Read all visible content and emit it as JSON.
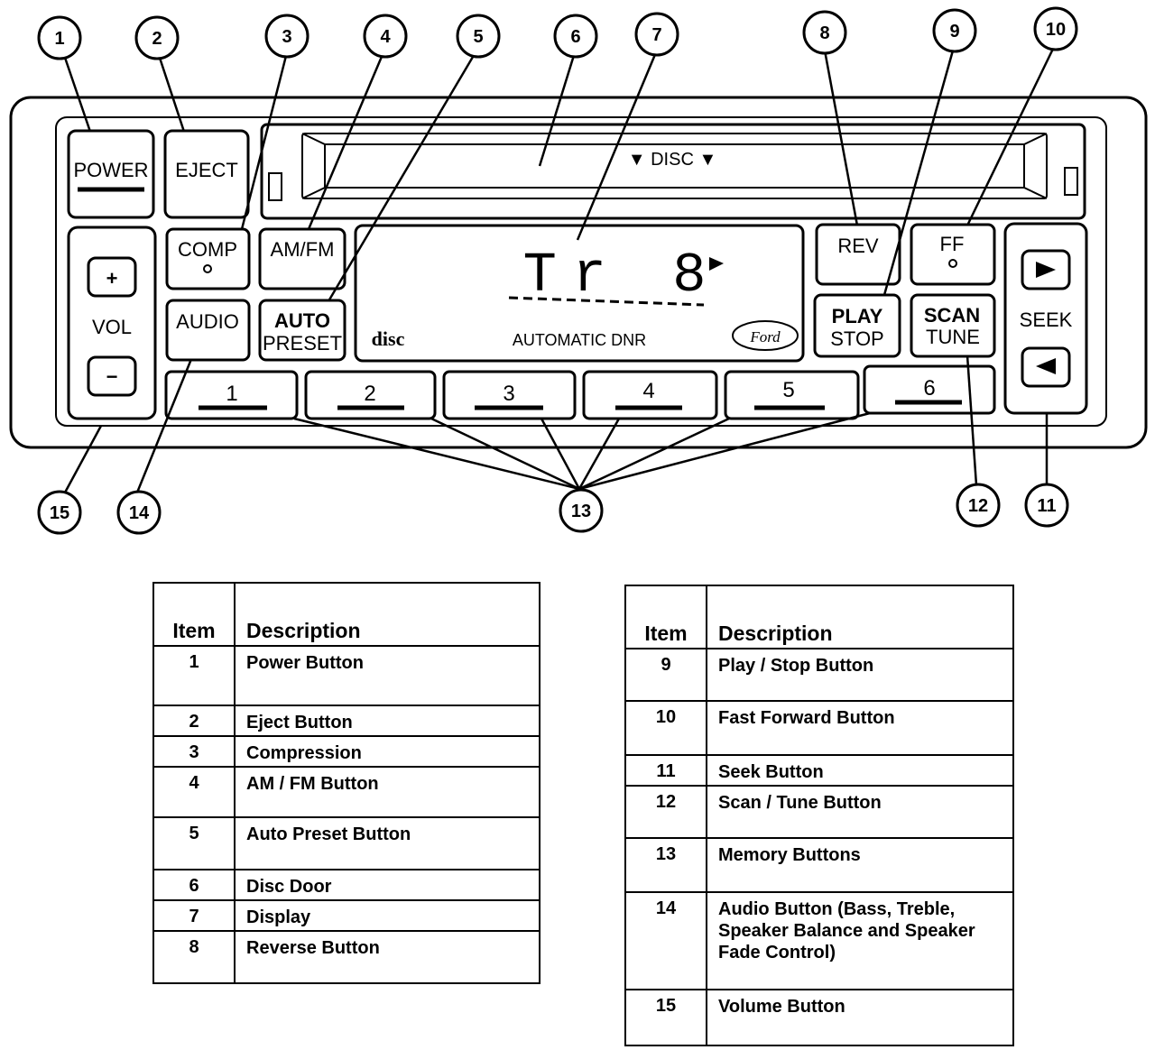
{
  "panel": {
    "buttons": {
      "power": "POWER",
      "eject": "EJECT",
      "comp": "COMP",
      "am_fm": "AM/FM",
      "audio": "AUDIO",
      "auto": "AUTO",
      "preset": "PRESET",
      "rev": "REV",
      "ff": "FF",
      "play": "PLAY",
      "stop": "STOP",
      "scan": "SCAN",
      "tune": "TUNE",
      "vol": "VOL",
      "vol_up": "+",
      "vol_down": "−",
      "seek": "SEEK"
    },
    "disc_door_label": "▼ DISC ▼",
    "display": {
      "readout": "Tr 8",
      "mode": "AUTOMATIC DNR",
      "compact_disc_logo": "disc",
      "brand": "Ford"
    },
    "memory_buttons": [
      "1",
      "2",
      "3",
      "4",
      "5",
      "6"
    ]
  },
  "callouts": [
    "1",
    "2",
    "3",
    "4",
    "5",
    "6",
    "7",
    "8",
    "9",
    "10",
    "11",
    "12",
    "13",
    "14",
    "15"
  ],
  "legend": {
    "headers": {
      "item": "Item",
      "description": "Description"
    },
    "left_rows": [
      {
        "item": "1",
        "description": "Power Button"
      },
      {
        "item": "2",
        "description": "Eject Button"
      },
      {
        "item": "3",
        "description": "Compression"
      },
      {
        "item": "4",
        "description": "AM / FM Button"
      },
      {
        "item": "5",
        "description": "Auto Preset Button"
      },
      {
        "item": "6",
        "description": "Disc Door"
      },
      {
        "item": "7",
        "description": "Display"
      },
      {
        "item": "8",
        "description": "Reverse Button"
      }
    ],
    "right_rows": [
      {
        "item": "9",
        "description": "Play / Stop Button"
      },
      {
        "item": "10",
        "description": "Fast Forward Button"
      },
      {
        "item": "11",
        "description": "Seek Button"
      },
      {
        "item": "12",
        "description": "Scan / Tune Button"
      },
      {
        "item": "13",
        "description": "Memory Buttons"
      },
      {
        "item": "14",
        "description": "Audio Button (Bass, Treble, Speaker Balance and Speaker Fade Control)"
      },
      {
        "item": "15",
        "description": "Volume Button"
      }
    ]
  }
}
